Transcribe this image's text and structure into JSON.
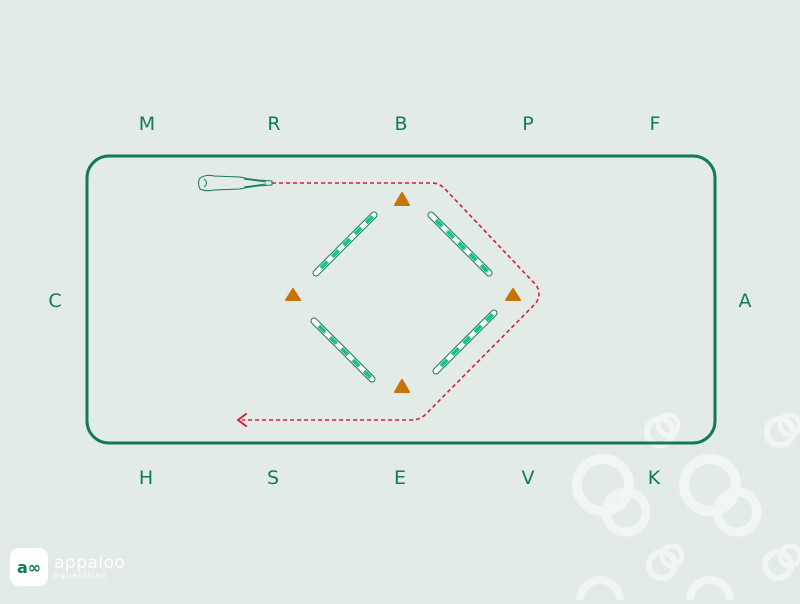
{
  "arena": {
    "letters": {
      "top": [
        "M",
        "R",
        "B",
        "P",
        "F"
      ],
      "bottom": [
        "H",
        "S",
        "E",
        "V",
        "K"
      ],
      "left": "C",
      "right": "A"
    }
  },
  "colors": {
    "background": "#e2ebe5",
    "arena_border": "#137a57",
    "pole_stripe": "#1fbf8f",
    "cone": "#c8720a",
    "route": "#d11f3f",
    "decor_rings": "#ffffff"
  },
  "elements": {
    "poles": 4,
    "cones": 4,
    "horse_icon": "horse-top-view-icon",
    "route_style": "dashed-with-arrow"
  },
  "logo": {
    "badge": "a∞",
    "name": "appaloo",
    "tagline": "equestrian"
  }
}
